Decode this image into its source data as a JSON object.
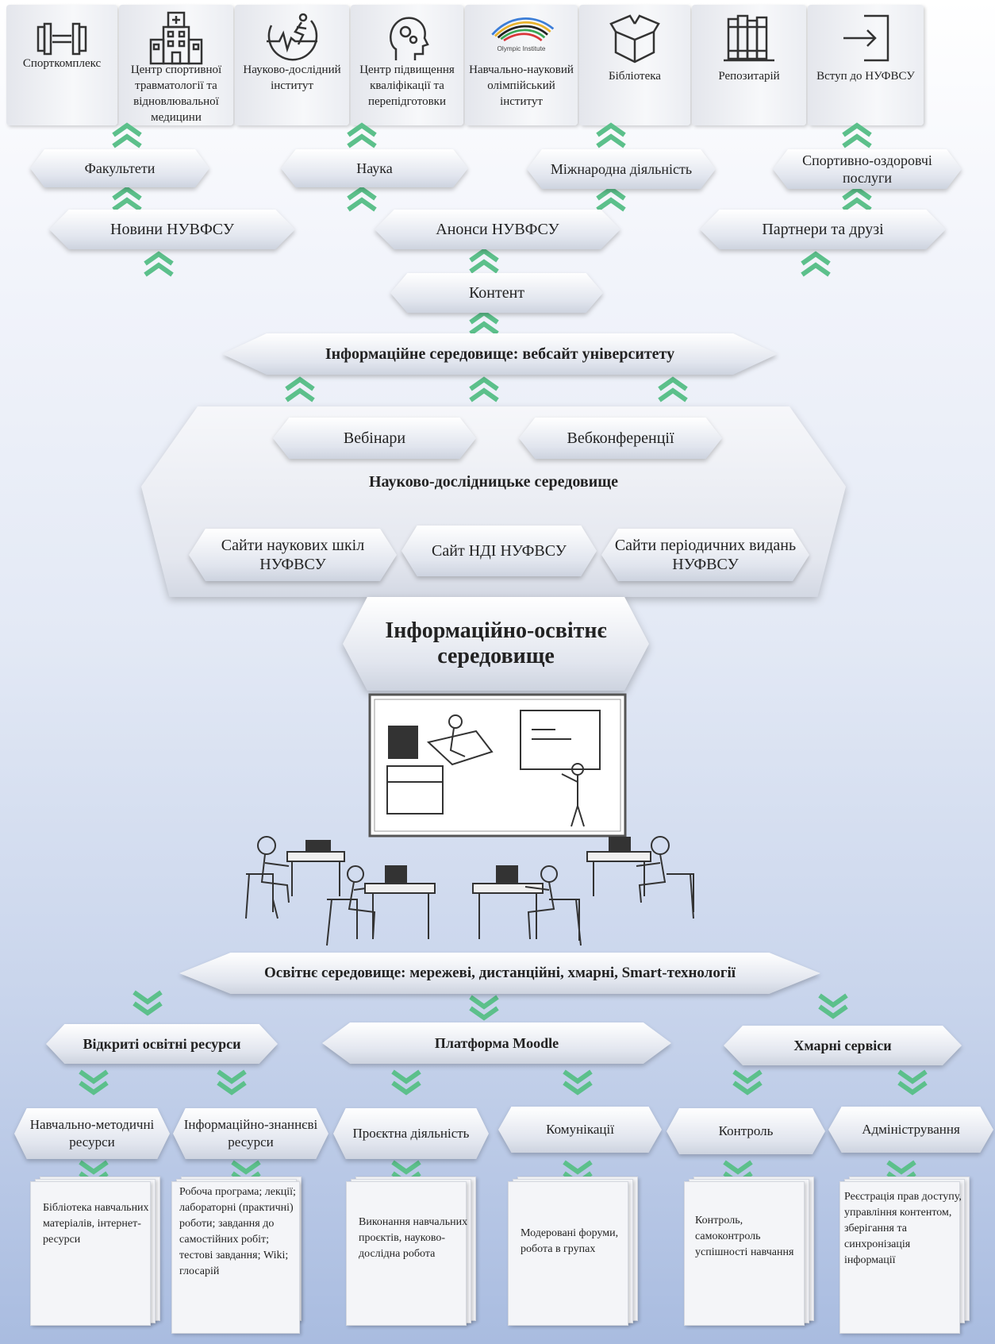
{
  "top_tiles": [
    {
      "label": "Спорткомплекс",
      "icon": "dumbbell-icon"
    },
    {
      "label": "Центр спортивної травматології та відновлювальної медицини",
      "icon": "hospital-icon"
    },
    {
      "label": "Науково-дослідний інститут",
      "icon": "running-heartbeat-icon"
    },
    {
      "label": "Центр підвищення кваліфікації та перепідготовки",
      "icon": "head-gears-icon"
    },
    {
      "label": "Навчально-науковий олімпійський інститут",
      "icon": "olympic-institute-logo",
      "logo_text": "Olympic Institute"
    },
    {
      "label": "Бібліотека",
      "icon": "open-box-icon"
    },
    {
      "label": "Репозитарій",
      "icon": "books-icon"
    },
    {
      "label": "Вступ до НУФВСУ",
      "icon": "sign-in-icon"
    }
  ],
  "sections_row": [
    "Факультети",
    "Наука",
    "Міжнародна діяльність",
    "Спортивно-оздоровчі послуги"
  ],
  "news_row": [
    "Новини НУВФСУ",
    "Анонси НУВФСУ",
    "Партнери та друзі"
  ],
  "content": "Контент",
  "website": "Інформаційне середовище: вебсайт університету",
  "research": {
    "webinars": "Вебінари",
    "webconferences": "Вебконференції",
    "title": "Науково-дослідницьке середовище",
    "schools": "Сайти наукових шкіл НУФВСУ",
    "ndi": "Сайт НДІ НУФВСУ",
    "periodicals": "Сайти періодичних видань НУФВСУ"
  },
  "center_title": "Інформаційно-освітнє середовище",
  "education": "Освітнє середовище: мережеві, дистанційні, хмарні, Smart-технології",
  "platforms": [
    "Відкриті освітні ресурси",
    "Платформа Moodle",
    "Хмарні сервіси"
  ],
  "subcategories": [
    "Навчально-методичні ресурси",
    "Інформаційно-знаннєві ресурси",
    "Проєктна діяльність",
    "Комунікації",
    "Контроль",
    "Адміністрування"
  ],
  "documents": [
    "Бібліотека навчальних матеріалів, інтернет-ресурси",
    "Робоча програма; лекції; лабораторні (практичні) роботи; завдання до самостійних робіт; тестові завдання; Wiki; глосарій",
    "Виконання навчальних проєктів, науково-дослідна робота",
    "Модеровані форуми, робота в групах",
    "Контроль, самоконтроль успішності навчання",
    "Реєстрація прав доступу, управління контентом, зберігання та синхронізація інформації"
  ],
  "colors": {
    "chevron": "#5cc08b",
    "hex_face": "#e6e9f0"
  }
}
